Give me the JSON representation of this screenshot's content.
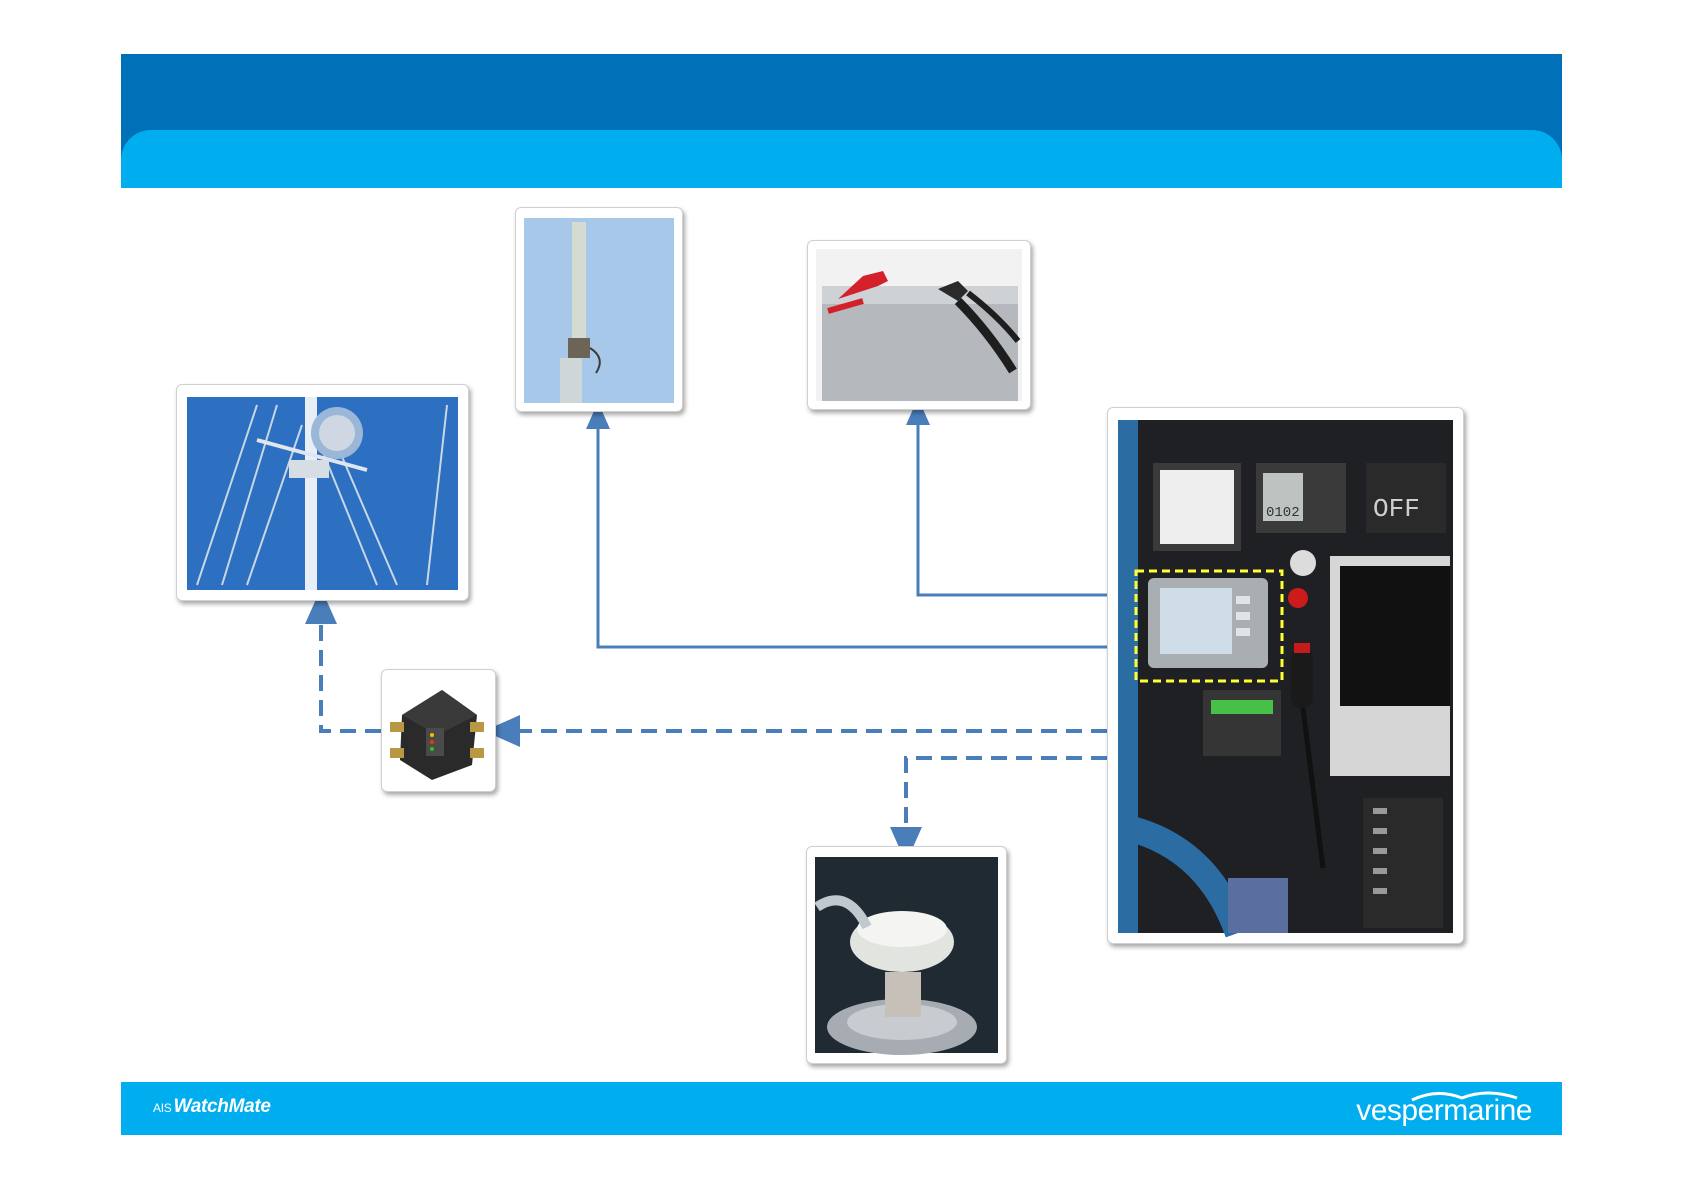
{
  "footer": {
    "left_logo_prefix": "AIS",
    "left_logo_name": "WatchMate",
    "right_logo": "vespermarine"
  },
  "photos": {
    "mast_antenna": {
      "icon": "masthead-vhf-antenna-photo"
    },
    "vhf_whip": {
      "icon": "whip-antenna-photo"
    },
    "battery": {
      "icon": "battery-terminals-photo"
    },
    "splitter": {
      "icon": "antenna-splitter-photo"
    },
    "gps_antenna": {
      "icon": "gps-antenna-photo"
    },
    "nav_panel": {
      "icon": "navigation-panel-photo",
      "lcd_readout": "0102",
      "lcd_off": "OFF"
    }
  },
  "colors": {
    "header_dark": "#0070b8",
    "header_light": "#00adee",
    "connector": "#4a7ebb",
    "highlight": "#ffff33"
  }
}
